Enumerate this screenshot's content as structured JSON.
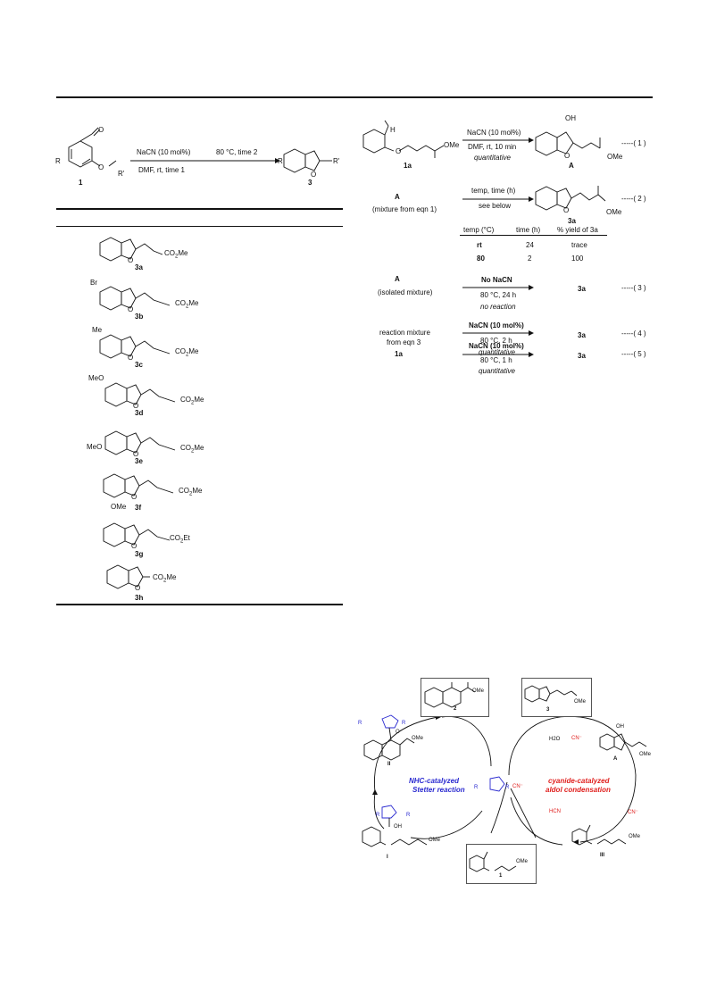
{
  "scheme_general": {
    "arrow_top1": "NaCN (10 mol%)",
    "arrow_bot1": "DMF, rt, time 1",
    "arrow_top2": "80 °C, time 2",
    "substituent_R": "R",
    "substituent_Rp": "R'",
    "label_start": "1",
    "label_product": "3"
  },
  "table_products": [
    {
      "label": "3a",
      "group": "CO2Me",
      "sub": ""
    },
    {
      "label": "3b",
      "group": "CO2Me",
      "sub": "Br"
    },
    {
      "label": "3c",
      "group": "CO2Me",
      "sub": "Me"
    },
    {
      "label": "3d",
      "group": "CO2Me",
      "sub": "MeO"
    },
    {
      "label": "3e",
      "group": "CO2Me",
      "sub": "MeO"
    },
    {
      "label": "3f",
      "group": "CO2Me",
      "sub": "OMe"
    },
    {
      "label": "3g",
      "group": "CO2Et",
      "sub": ""
    },
    {
      "label": "3h",
      "group": "CO2Me",
      "sub": ""
    }
  ],
  "eqn1": {
    "top": "NaCN (10 mol%)",
    "mid": "DMF, rt, 10 min",
    "bot": "quantitative",
    "sm_label": "1a",
    "prod_label": "A",
    "aldehyde_H": "H",
    "ome": "OMe",
    "oh": "OH",
    "tag": "( 1 )"
  },
  "eqn2": {
    "left_label": "A",
    "left_sub": "(mixture from eqn 1)",
    "top": "temp, time (h)",
    "bot": "see below",
    "prod_label": "3a",
    "ome": "OMe",
    "tag": "( 2 )",
    "table_headers": [
      "temp (°C)",
      "time (h)",
      "% yield of 3a"
    ],
    "table_rows": [
      [
        "rt",
        "24",
        "trace"
      ],
      [
        "80",
        "2",
        "100"
      ]
    ]
  },
  "eqn3": {
    "left_label": "A",
    "left_sub": "(isolated mixture)",
    "top": "No NaCN",
    "mid": "80 °C, 24 h",
    "bot": "no reaction",
    "prod": "3a",
    "tag": "( 3 )"
  },
  "eqn4": {
    "left_label": "reaction mixture",
    "left_sub": "from eqn 3",
    "top": "NaCN (10 mol%)",
    "mid": "80 °C, 2 h",
    "bot": "quantitative",
    "prod": "3a",
    "tag": "( 4 )"
  },
  "eqn5": {
    "left_label": "1a",
    "top": "NaCN (10 mol%)",
    "mid": "80 °C, 1 h",
    "bot": "quantitative",
    "prod": "3a",
    "tag": "( 5 )"
  },
  "cycle": {
    "left_title_1": "NHC-catalyzed",
    "left_title_2": "Stetter reaction",
    "right_title_1": "cyanide-catalyzed",
    "right_title_2": "aldol condensation",
    "box_top_left_label": "2",
    "box_top_right_label": "3",
    "box_bottom_label": "1",
    "int_II": "II",
    "int_I": "I",
    "int_III": "III",
    "int_A": "A",
    "h2o": "H2O",
    "cn": "CN⁻",
    "hcn": "HCN",
    "ome": "OMe",
    "oh": "OH",
    "o_minus": "O⁻",
    "r": "R",
    "n": "N",
    "colors": {
      "blue": "#2a2ad0",
      "red": "#e0201e"
    }
  }
}
